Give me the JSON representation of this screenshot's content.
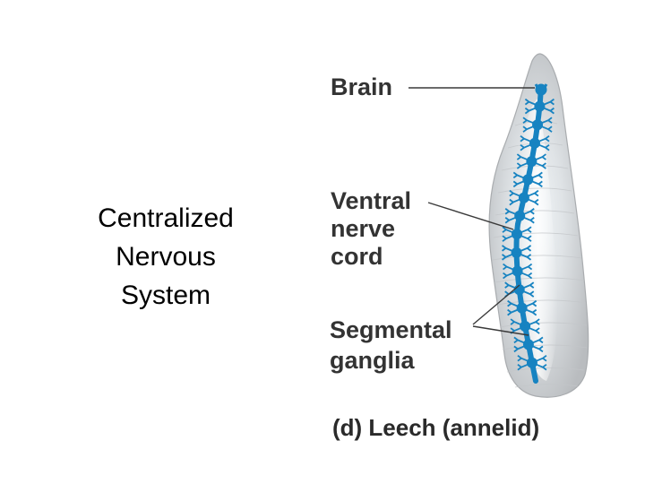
{
  "slide": {
    "title_lines": [
      "Centralized",
      "Nervous",
      "System"
    ]
  },
  "figure": {
    "labels": {
      "brain": "Brain",
      "ventral_nerve_cord": [
        "Ventral",
        "nerve",
        "cord"
      ],
      "segmental_ganglia": [
        "Segmental",
        "ganglia"
      ]
    },
    "caption": "(d) Leech (annelid)"
  },
  "colors": {
    "body_fill": "#cfd1d4",
    "body_inner": "#eef3f6",
    "nerve": "#1783c1",
    "label_text": "#333333"
  }
}
